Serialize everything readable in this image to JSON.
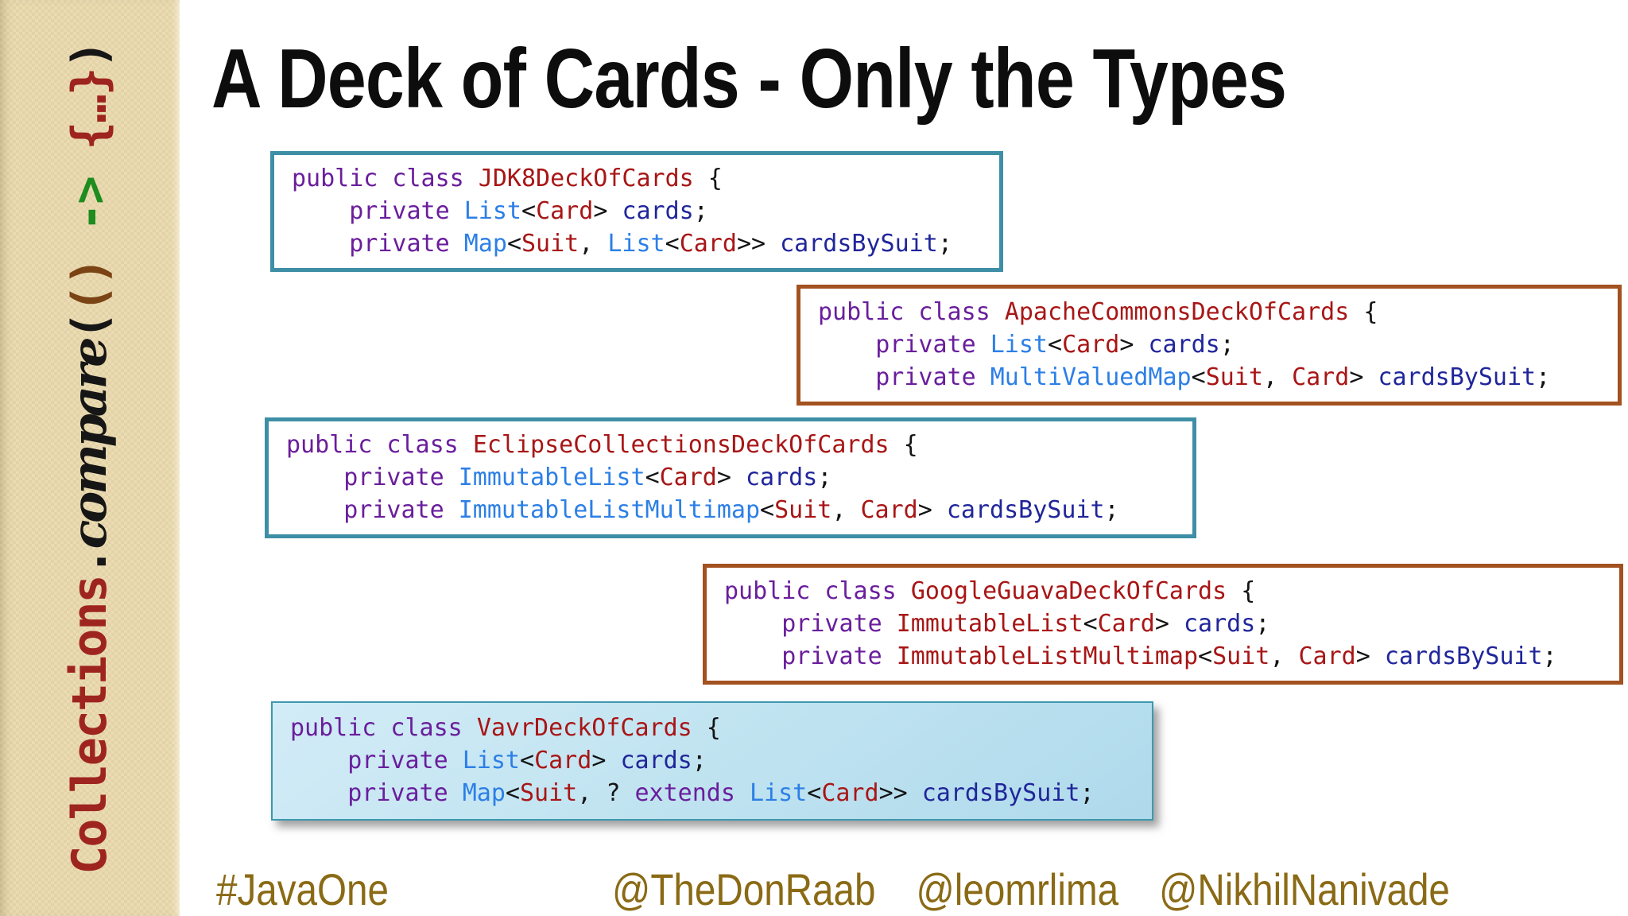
{
  "title": "A Deck of Cards - Only the Types",
  "sidebar_logo": {
    "text": "Collections.compare(() -> {…})",
    "tokens": [
      [
        "lgred",
        "Collections"
      ],
      [
        "lgblk",
        "."
      ],
      [
        "lgita",
        "compare"
      ],
      [
        "lgblk",
        "("
      ],
      [
        "lgbrn",
        "()"
      ],
      [
        "lggrn",
        " -> "
      ],
      [
        "lgred",
        "{…}"
      ],
      [
        "lgblk",
        ")"
      ]
    ]
  },
  "code_boxes": [
    {
      "name": "JDK8DeckOfCards",
      "theme": "teal",
      "lines": [
        [
          [
            "kw",
            "public class "
          ],
          [
            "cls",
            "JDK8DeckOfCards"
          ],
          [
            "pun",
            " {"
          ]
        ],
        [
          [
            "pun",
            "    "
          ],
          [
            "kw",
            "private "
          ],
          [
            "lib",
            "List"
          ],
          [
            "pun",
            "<"
          ],
          [
            "cls",
            "Card"
          ],
          [
            "pun",
            "> "
          ],
          [
            "var",
            "cards"
          ],
          [
            "pun",
            ";"
          ]
        ],
        [
          [
            "pun",
            "    "
          ],
          [
            "kw",
            "private "
          ],
          [
            "lib",
            "Map"
          ],
          [
            "pun",
            "<"
          ],
          [
            "cls",
            "Suit"
          ],
          [
            "pun",
            ", "
          ],
          [
            "lib",
            "List"
          ],
          [
            "pun",
            "<"
          ],
          [
            "cls",
            "Card"
          ],
          [
            "pun",
            ">> "
          ],
          [
            "var",
            "cardsBySuit"
          ],
          [
            "pun",
            ";"
          ]
        ]
      ]
    },
    {
      "name": "ApacheCommonsDeckOfCards",
      "theme": "brown",
      "lines": [
        [
          [
            "kw",
            "public class "
          ],
          [
            "cls",
            "ApacheCommonsDeckOfCards"
          ],
          [
            "pun",
            " {"
          ]
        ],
        [
          [
            "pun",
            "    "
          ],
          [
            "kw",
            "private "
          ],
          [
            "lib",
            "List"
          ],
          [
            "pun",
            "<"
          ],
          [
            "cls",
            "Card"
          ],
          [
            "pun",
            "> "
          ],
          [
            "var",
            "cards"
          ],
          [
            "pun",
            ";"
          ]
        ],
        [
          [
            "pun",
            "    "
          ],
          [
            "kw",
            "private "
          ],
          [
            "lib",
            "MultiValuedMap"
          ],
          [
            "pun",
            "<"
          ],
          [
            "cls",
            "Suit"
          ],
          [
            "pun",
            ", "
          ],
          [
            "cls",
            "Card"
          ],
          [
            "pun",
            "> "
          ],
          [
            "var",
            "cardsBySuit"
          ],
          [
            "pun",
            ";"
          ]
        ]
      ]
    },
    {
      "name": "EclipseCollectionsDeckOfCards",
      "theme": "teal",
      "lines": [
        [
          [
            "kw",
            "public class "
          ],
          [
            "cls",
            "EclipseCollectionsDeckOfCards"
          ],
          [
            "pun",
            " {"
          ]
        ],
        [
          [
            "pun",
            "    "
          ],
          [
            "kw",
            "private "
          ],
          [
            "lib",
            "ImmutableList"
          ],
          [
            "pun",
            "<"
          ],
          [
            "cls",
            "Card"
          ],
          [
            "pun",
            "> "
          ],
          [
            "var",
            "cards"
          ],
          [
            "pun",
            ";"
          ]
        ],
        [
          [
            "pun",
            "    "
          ],
          [
            "kw",
            "private "
          ],
          [
            "lib",
            "ImmutableListMultimap"
          ],
          [
            "pun",
            "<"
          ],
          [
            "cls",
            "Suit"
          ],
          [
            "pun",
            ", "
          ],
          [
            "cls",
            "Card"
          ],
          [
            "pun",
            "> "
          ],
          [
            "var",
            "cardsBySuit"
          ],
          [
            "pun",
            ";"
          ]
        ]
      ]
    },
    {
      "name": "GoogleGuavaDeckOfCards",
      "theme": "brown",
      "lines": [
        [
          [
            "kw",
            "public class "
          ],
          [
            "cls",
            "GoogleGuavaDeckOfCards"
          ],
          [
            "pun",
            " {"
          ]
        ],
        [
          [
            "pun",
            "    "
          ],
          [
            "kw",
            "private "
          ],
          [
            "cls",
            "ImmutableList"
          ],
          [
            "pun",
            "<"
          ],
          [
            "cls",
            "Card"
          ],
          [
            "pun",
            "> "
          ],
          [
            "var",
            "cards"
          ],
          [
            "pun",
            ";"
          ]
        ],
        [
          [
            "pun",
            "    "
          ],
          [
            "kw",
            "private "
          ],
          [
            "cls",
            "ImmutableListMultimap"
          ],
          [
            "pun",
            "<"
          ],
          [
            "cls",
            "Suit"
          ],
          [
            "pun",
            ", "
          ],
          [
            "cls",
            "Card"
          ],
          [
            "pun",
            "> "
          ],
          [
            "var",
            "cardsBySuit"
          ],
          [
            "pun",
            ";"
          ]
        ]
      ]
    },
    {
      "name": "VavrDeckOfCards",
      "theme": "vavr",
      "lines": [
        [
          [
            "kw",
            "public class "
          ],
          [
            "cls",
            "VavrDeckOfCards"
          ],
          [
            "pun",
            " {"
          ]
        ],
        [
          [
            "pun",
            "    "
          ],
          [
            "kw",
            "private "
          ],
          [
            "lib",
            "List"
          ],
          [
            "pun",
            "<"
          ],
          [
            "cls",
            "Card"
          ],
          [
            "pun",
            "> "
          ],
          [
            "var",
            "cards"
          ],
          [
            "pun",
            ";"
          ]
        ],
        [
          [
            "pun",
            "    "
          ],
          [
            "kw",
            "private "
          ],
          [
            "lib",
            "Map"
          ],
          [
            "pun",
            "<"
          ],
          [
            "cls",
            "Suit"
          ],
          [
            "pun",
            ", ? "
          ],
          [
            "kw",
            "extends "
          ],
          [
            "lib",
            "List"
          ],
          [
            "pun",
            "<"
          ],
          [
            "cls",
            "Card"
          ],
          [
            "pun",
            ">> "
          ],
          [
            "var",
            "cardsBySuit"
          ],
          [
            "pun",
            ";"
          ]
        ]
      ]
    }
  ],
  "footer": {
    "hashtag": "#JavaOne",
    "handles": [
      "@TheDonRaab",
      "@leomrlima",
      "@NikhilNanivade"
    ]
  },
  "colors": {
    "keyword_purple": "#6A1E9C",
    "type_red": "#A81616",
    "library_type_blue": "#2C7FE6",
    "field_navy": "#20269A",
    "punctuation_black": "#141414",
    "teal_border": "#3E8FA6",
    "brown_border": "#A3511F",
    "vavr_bg_top": "#D2ECF7",
    "vavr_bg_bottom": "#AFDAEC",
    "sidebar_tan": "#EADCB2",
    "footer_gold": "#8A6A15",
    "logo_red": "#9E2420",
    "logo_brown": "#7B4414",
    "logo_green": "#1E8C1E"
  }
}
